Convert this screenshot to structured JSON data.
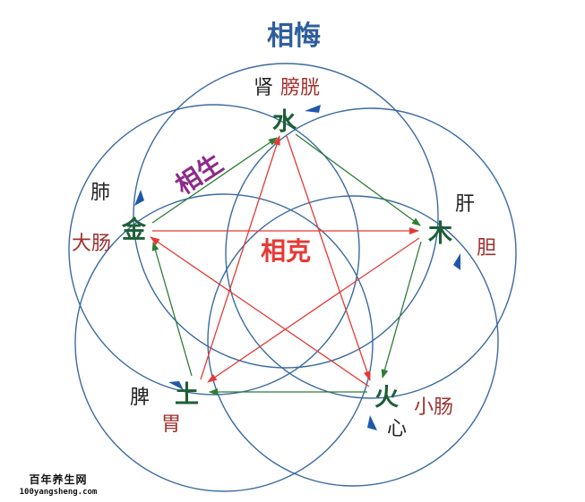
{
  "titles": {
    "counter": "相悔",
    "generating": "相生",
    "overcoming": "相克"
  },
  "elements": {
    "water": "水",
    "wood": "木",
    "fire": "火",
    "earth": "土",
    "metal": "金"
  },
  "organs": {
    "kidney": "肾",
    "bladder": "膀胱",
    "liver": "肝",
    "gallbladder": "胆",
    "heart": "心",
    "small_intestine": "小肠",
    "spleen": "脾",
    "stomach": "胃",
    "lung": "肺",
    "large_intestine": "大肠"
  },
  "watermark": {
    "site_name": "百年养生网",
    "site_url": "100yangsheng.com"
  },
  "colors": {
    "element": "#1e5e36",
    "generating": "#2e7d32",
    "overcoming": "#e53935",
    "counter": "#3b6aa0",
    "generating_title": "#8e2a8a",
    "fu_organ": "#a0302f",
    "zang_organ": "#222222"
  }
}
